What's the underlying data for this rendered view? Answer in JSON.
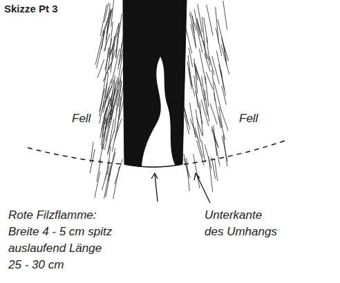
{
  "diagram": {
    "title": "Skizze Pt 3",
    "labels": [
      "Fell",
      "Fell",
      "Rote Filzflamme: Breite 4 - 5 cm spitz auslaufend Länge 25 - 30 cm",
      "Unterkante des Umhangs"
    ]
  }
}
